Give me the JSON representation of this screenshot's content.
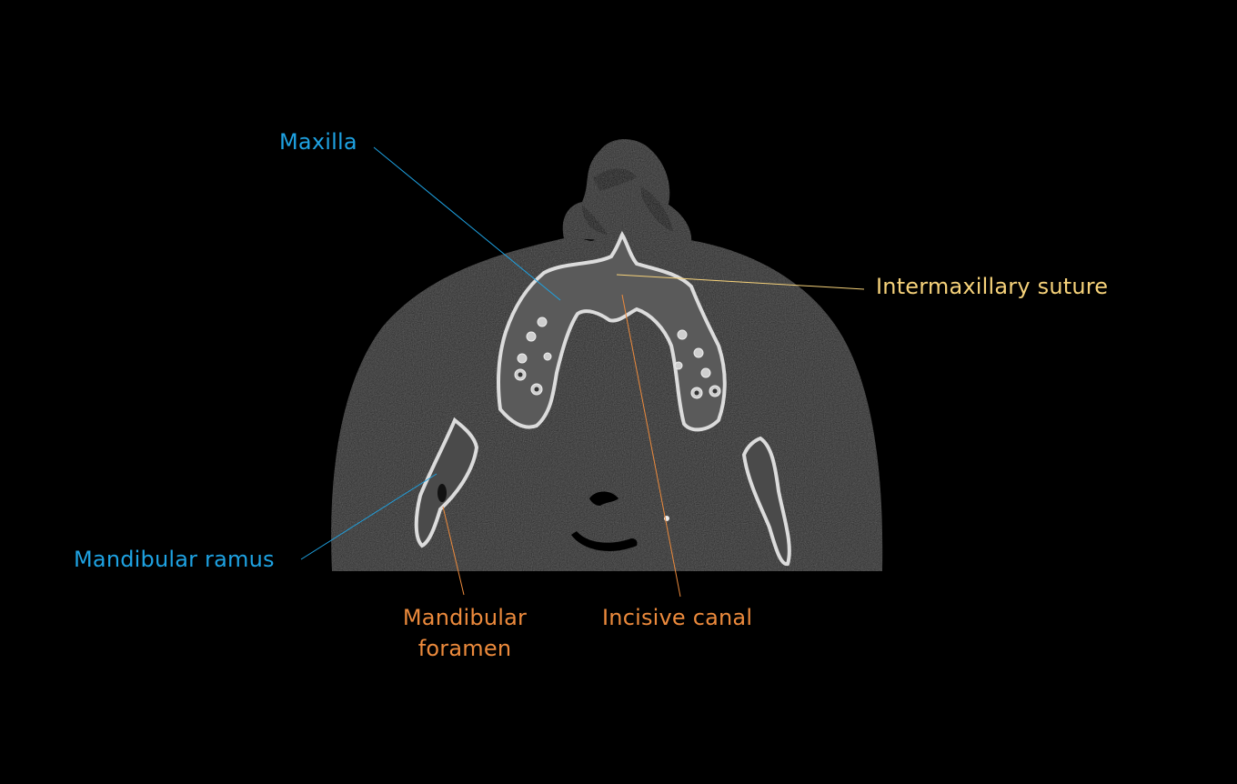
{
  "image": {
    "description": "Axial CT slice through the maxilla with anatomical annotations",
    "background_color": "#000000"
  },
  "labels": {
    "maxilla": {
      "text": "Maxilla",
      "color": "#1ea2e2"
    },
    "intermaxillary_suture": {
      "text": "Intermaxillary suture",
      "color": "#f6d27a"
    },
    "mandibular_ramus": {
      "text": "Mandibular ramus",
      "color": "#1ea2e2"
    },
    "mandibular_foramen": {
      "line1": "Mandibular",
      "line2": "foramen",
      "color": "#ec8a3c"
    },
    "incisive_canal": {
      "text": "Incisive canal",
      "color": "#ec8a3c"
    }
  },
  "colors": {
    "blue": "#1ea2e2",
    "yellow": "#f6d27a",
    "orange": "#ec8a3c",
    "soft_tissue": "#2b2b2b",
    "bone": "#d8d8d8"
  }
}
